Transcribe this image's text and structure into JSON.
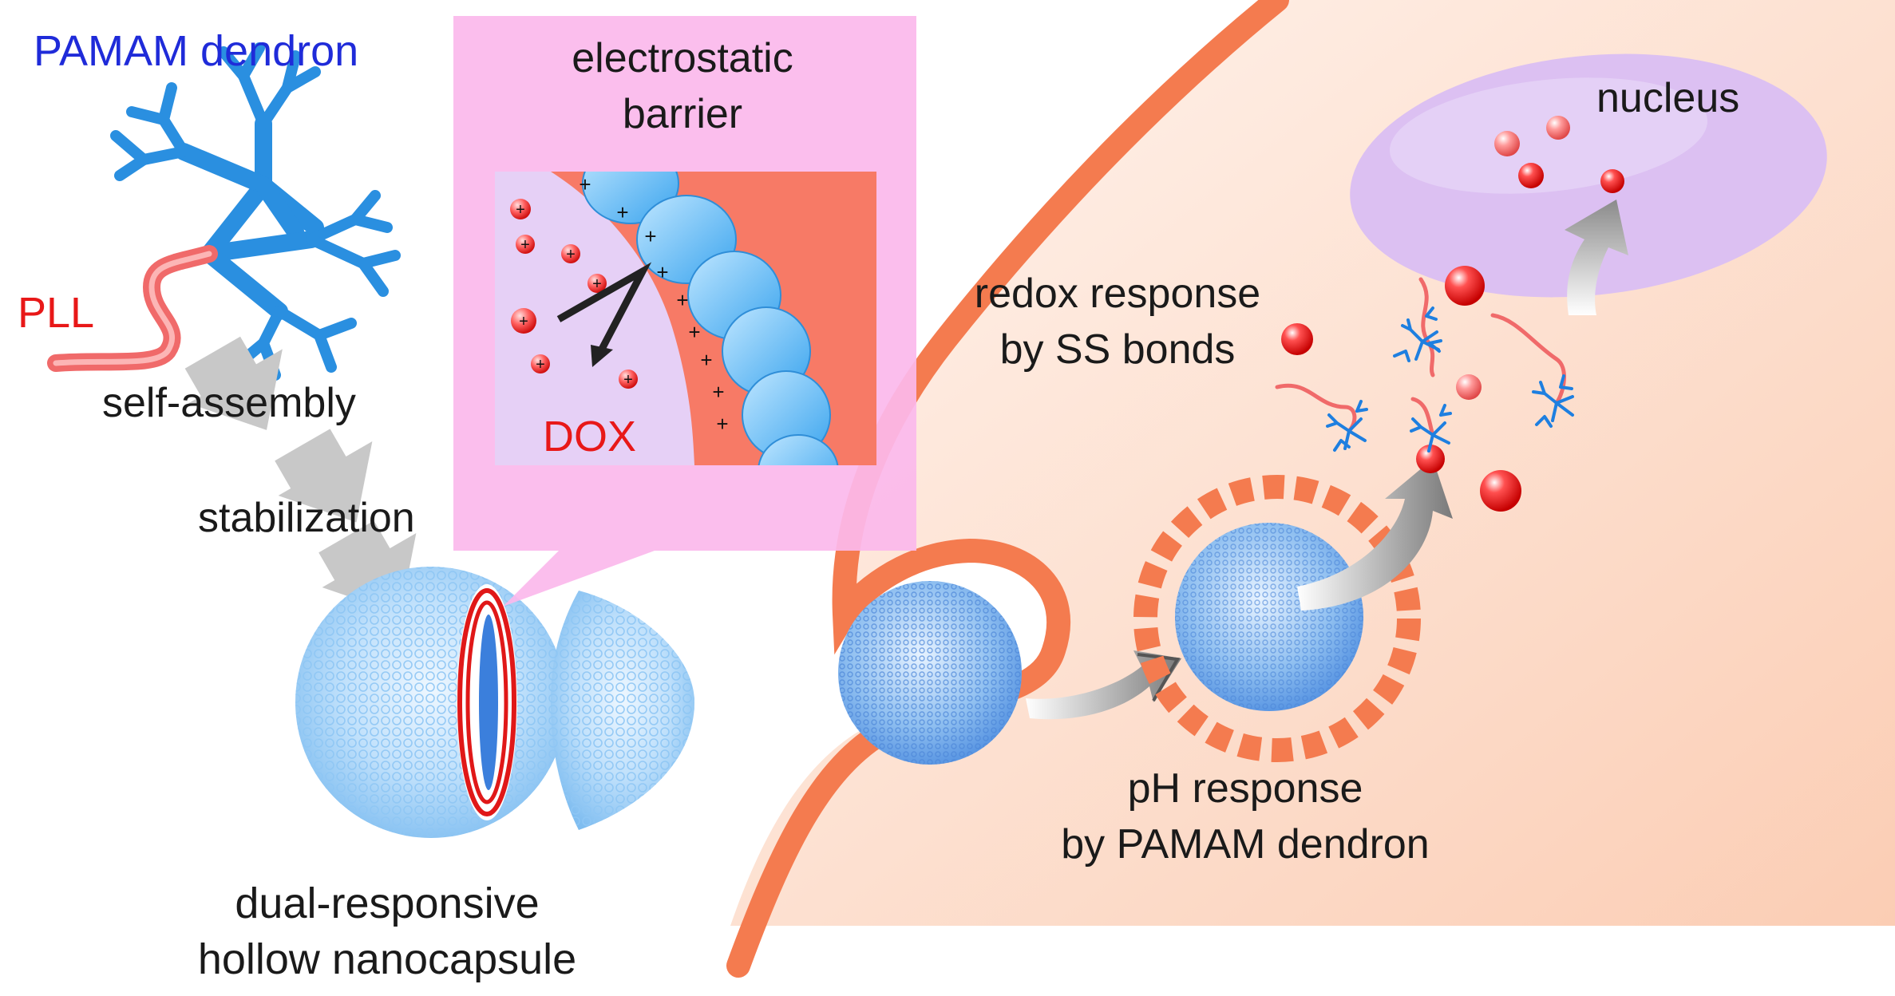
{
  "labels": {
    "pamam_dendron": "PAMAM dendron",
    "pll": "PLL",
    "self_assembly": "self-assembly",
    "stabilization": "stabilization",
    "capsule_line1": "dual-responsive",
    "capsule_line2": "hollow nanocapsule",
    "barrier_line1": "electrostatic",
    "barrier_line2": "barrier",
    "dox": "DOX",
    "nucleus": "nucleus",
    "redox_line1": "redox response",
    "redox_line2": "by SS bonds",
    "ph_line1": "pH response",
    "ph_line2": "by PAMAM dendron"
  },
  "colors": {
    "dendron_blue": "#2a8fe0",
    "pll_red": "#f06a6a",
    "membrane": "#f47b4f",
    "cell_fill": "#fde4d6",
    "inset_pink": "#fbb8ec",
    "nucleus": "#d9b8f0",
    "title_blue": "#1f2bd9",
    "label_red": "#e81818",
    "arrow_gray": "#c8c8c8"
  },
  "icons": [
    "dendron-icon",
    "capsule-icon",
    "drug-molecule-icon",
    "arrow-icon"
  ]
}
